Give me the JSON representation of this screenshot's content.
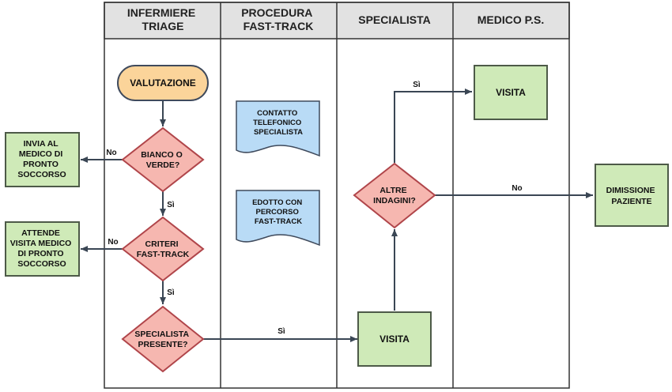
{
  "lanes": [
    {
      "title_lines": [
        "INFERMIERE",
        "TRIAGE"
      ]
    },
    {
      "title_lines": [
        "PROCEDURA",
        "FAST-TRACK"
      ]
    },
    {
      "title_lines": [
        "SPECIALISTA"
      ]
    },
    {
      "title_lines": [
        "MEDICO P.S."
      ]
    }
  ],
  "nodes": {
    "valutazione": [
      "VALUTAZIONE"
    ],
    "bianco_verde": [
      "BIANCO O",
      "VERDE?"
    ],
    "criteri": [
      "CRITERI",
      "FAST-TRACK"
    ],
    "specialista_presente": [
      "SPECIALISTA",
      "PRESENTE?"
    ],
    "invia": [
      "INVIA AL",
      "MEDICO DI",
      "PRONTO",
      "SOCCORSO"
    ],
    "attende": [
      "ATTENDE",
      "VISITA MEDICO",
      "DI PRONTO",
      "SOCCORSO"
    ],
    "contatto": [
      "CONTATTO",
      "TELEFONICO",
      "SPECIALISTA"
    ],
    "edotto": [
      "EDOTTO CON",
      "PERCORSO",
      "FAST-TRACK"
    ],
    "visita_specialista": [
      "VISITA"
    ],
    "altre_indagini": [
      "ALTRE",
      "INDAGINI?"
    ],
    "visita_medico": [
      "VISITA"
    ],
    "dimissione": [
      "DIMISSIONE",
      "PAZIENTE"
    ]
  },
  "edge_labels": {
    "no_bianco": "No",
    "si_bianco": "Sì",
    "no_criteri": "No",
    "si_criteri": "Sì",
    "si_specialista": "Sì",
    "si_altre": "Sì",
    "no_altre": "No"
  },
  "colors": {
    "decision_fill": "#f6b7b0",
    "decision_stroke": "#b0454a",
    "process_fill": "#cfeab8",
    "process_stroke": "#4d5a48",
    "terminal_fill": "#fbd49a",
    "terminal_stroke": "#3f4a5c",
    "document_fill": "#b9dbf6",
    "document_stroke": "#3f4a5c",
    "lane_header_fill": "#e2e2e2",
    "lane_border": "#333333"
  }
}
